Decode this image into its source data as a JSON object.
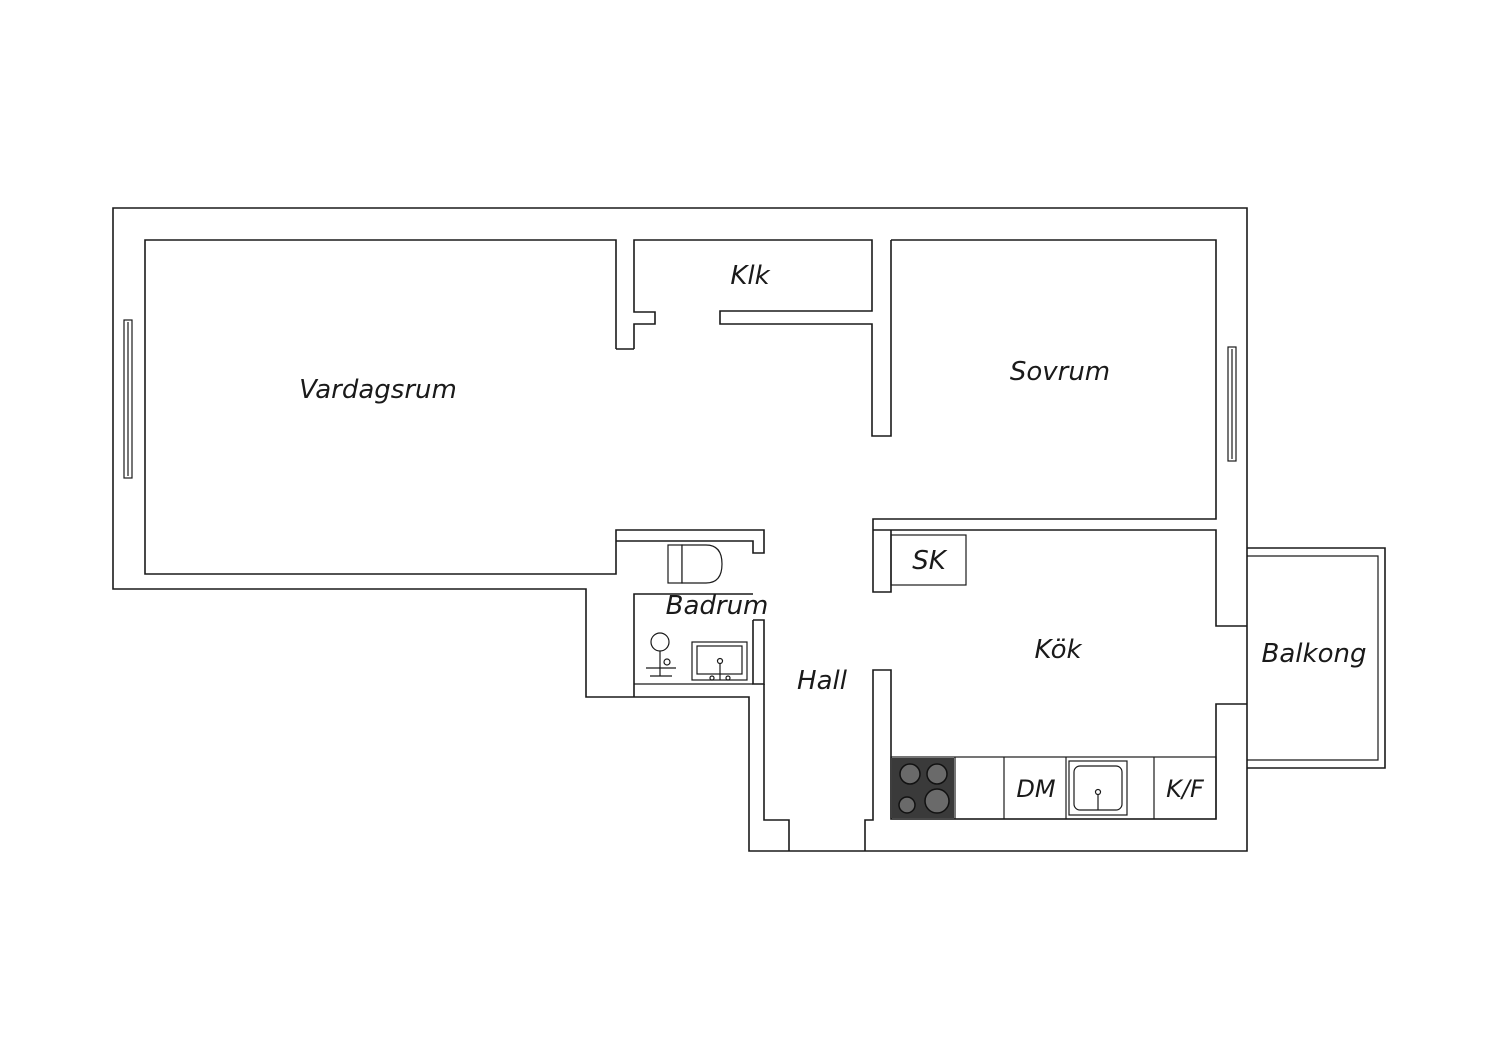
{
  "rooms": {
    "living": "Vardagsrum",
    "closet": "Klk",
    "bedroom": "Sovrum",
    "wardrobe": "SK",
    "bathroom": "Badrum",
    "hall": "Hall",
    "kitchen": "Kök",
    "balcony": "Balkong"
  },
  "fixtures": {
    "dishwasher": "DM",
    "fridge_freezer": "K/F"
  },
  "colors": {
    "wall": "#1a1a1a",
    "background": "#ffffff",
    "stove": "#3a3a3a"
  }
}
